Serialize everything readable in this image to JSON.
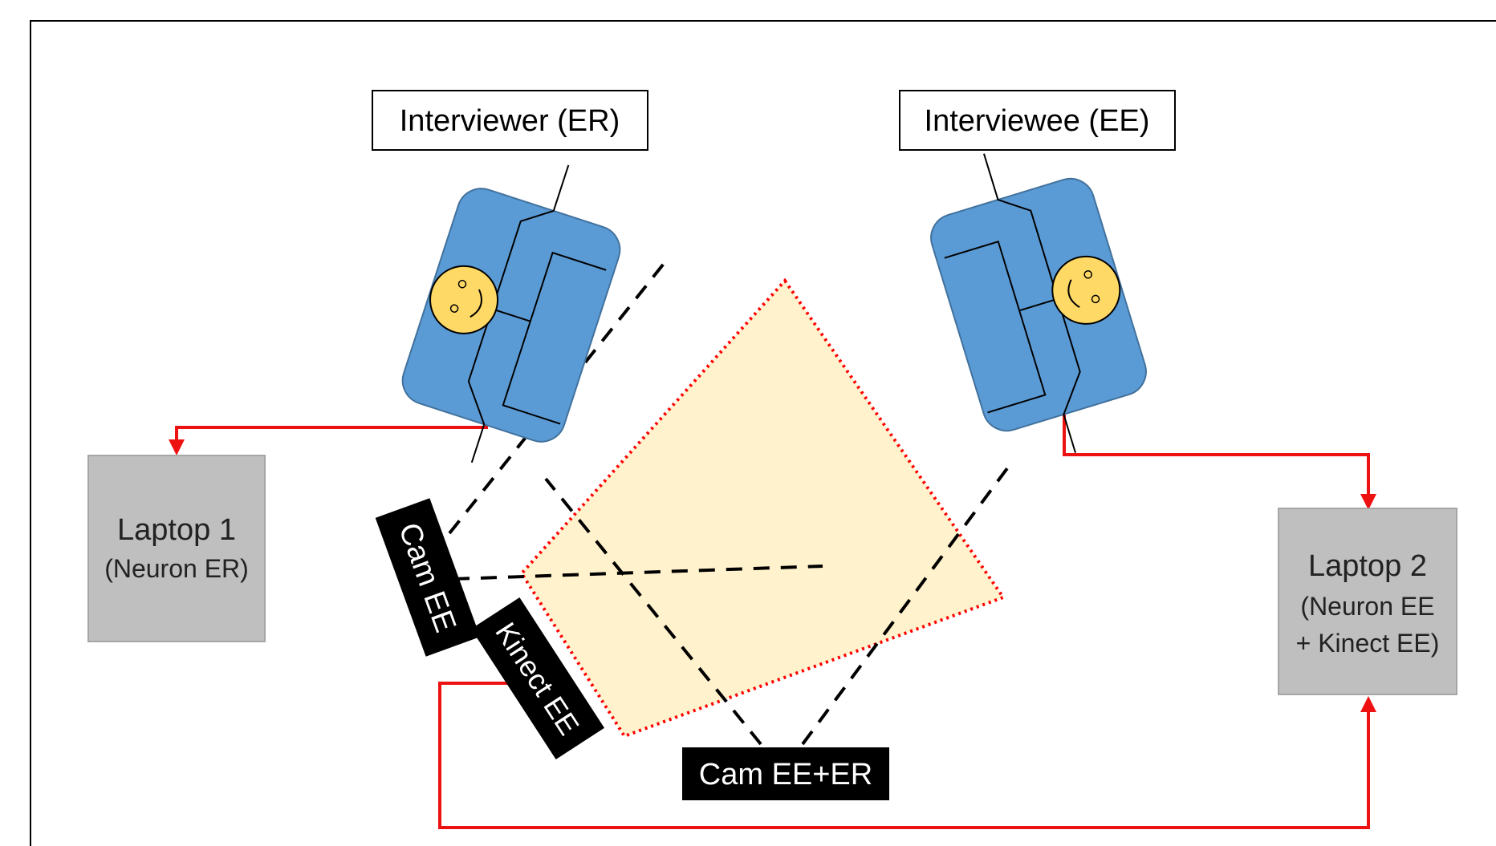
{
  "labels": {
    "interviewer": "Interviewer (ER)",
    "interviewee": "Interviewee (EE)",
    "laptop1_title": "Laptop 1",
    "laptop1_sub": "(Neuron ER)",
    "laptop2_title": "Laptop 2",
    "laptop2_sub1": "(Neuron EE",
    "laptop2_sub2": "+ Kinect EE)",
    "cam_ee": "Cam EE",
    "kinect_ee": "Kinect EE",
    "cam_ee_er": "Cam EE+ER"
  },
  "colors": {
    "person_body": "#5b9bd5",
    "person_outline": "#41719c",
    "face": "#ffd966",
    "laptop_fill": "#bfbfbf",
    "laptop_outline": "#a6a6a6",
    "kinect_zone": "#fff2cc",
    "zone_border": "#ff0000",
    "cable": "#ee1111",
    "device_fill": "#000000",
    "device_text": "#ffffff",
    "sightline": "#000000"
  },
  "icons": {
    "person": "person-top-view-icon",
    "face": "smiley-face-icon"
  }
}
